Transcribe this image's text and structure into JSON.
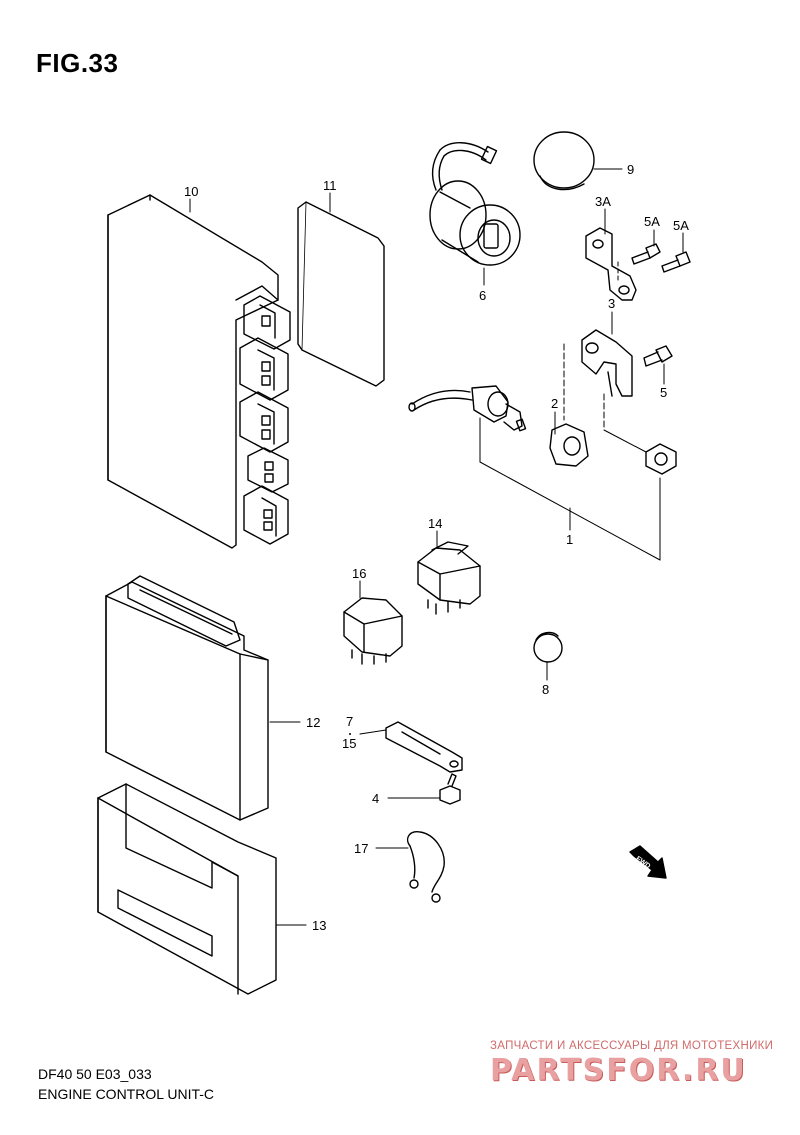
{
  "figure": {
    "title": "FIG.33"
  },
  "captions": {
    "model_code": "DF40 50 E03_033",
    "name": "ENGINE CONTROL UNIT-C"
  },
  "watermark": {
    "top_text": "ЗАПЧАСТИ И АКСЕССУАРЫ ДЛЯ МОТОТЕХНИКИ",
    "logo_text": "PARTSFOR.RU",
    "color": "#d06a6a"
  },
  "fwd_label": "FWD",
  "callouts": [
    {
      "id": "c-10",
      "text": "10"
    },
    {
      "id": "c-11",
      "text": "11"
    },
    {
      "id": "c-9",
      "text": "9"
    },
    {
      "id": "c-3a",
      "text": "3A"
    },
    {
      "id": "c-5a1",
      "text": "5A"
    },
    {
      "id": "c-5a2",
      "text": "5A"
    },
    {
      "id": "c-6",
      "text": "6"
    },
    {
      "id": "c-3",
      "text": "3"
    },
    {
      "id": "c-5",
      "text": "5"
    },
    {
      "id": "c-2",
      "text": "2"
    },
    {
      "id": "c-1",
      "text": "1"
    },
    {
      "id": "c-14",
      "text": "14"
    },
    {
      "id": "c-16",
      "text": "16"
    },
    {
      "id": "c-8",
      "text": "8"
    },
    {
      "id": "c-12",
      "text": "12"
    },
    {
      "id": "c-7",
      "text": "7"
    },
    {
      "id": "c-15",
      "text": "15"
    },
    {
      "id": "c-4",
      "text": "4"
    },
    {
      "id": "c-17",
      "text": "17"
    },
    {
      "id": "c-13",
      "text": "13"
    }
  ]
}
